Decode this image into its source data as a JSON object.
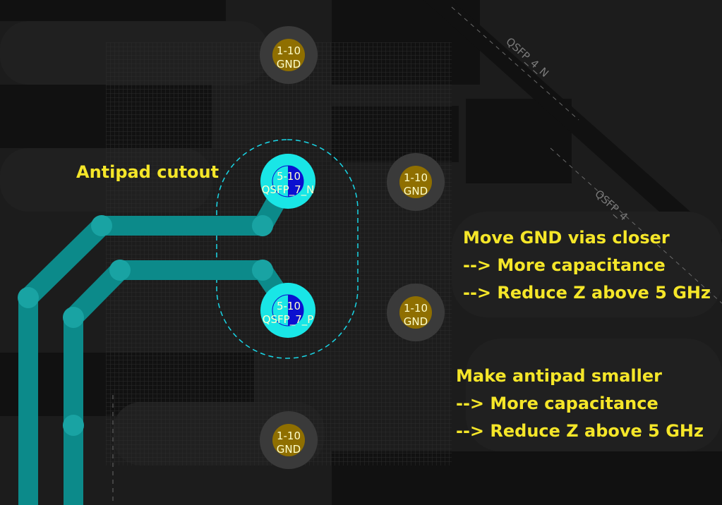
{
  "colors": {
    "background": "#111111",
    "plane": "#1f1f1f",
    "grid": "#2c2c2c",
    "gnd_antipad": "#3a3a3a",
    "gnd_pad": "#8f6f00",
    "signal_pad": "#19e6e6",
    "signal_drill": "#0b10d0",
    "trace": "#0c8a8a",
    "annotation": "#f5e629",
    "pad_text": "#ffffcc",
    "antipad_outline": "#19d6e6"
  },
  "gnd_vias": [
    {
      "layer": "1-10",
      "net": "GND"
    },
    {
      "layer": "1-10",
      "net": "GND"
    },
    {
      "layer": "1-10",
      "net": "GND"
    },
    {
      "layer": "1-10",
      "net": "GND"
    }
  ],
  "signal_vias": [
    {
      "layer": "5-10",
      "net": "QSFP_7_N"
    },
    {
      "layer": "5-10",
      "net": "QSFP_7_P"
    }
  ],
  "net_labels": {
    "upper": "QSFP_4_N",
    "lower": "QSFP_4"
  },
  "annotations": {
    "antipad": "Antipad cutout",
    "move_gnd": [
      "Move GND vias closer",
      "--> More capacitance",
      "--> Reduce Z above 5 GHz"
    ],
    "smaller_antipad": [
      "Make antipad smaller",
      "--> More capacitance",
      "--> Reduce Z above 5 GHz"
    ]
  }
}
